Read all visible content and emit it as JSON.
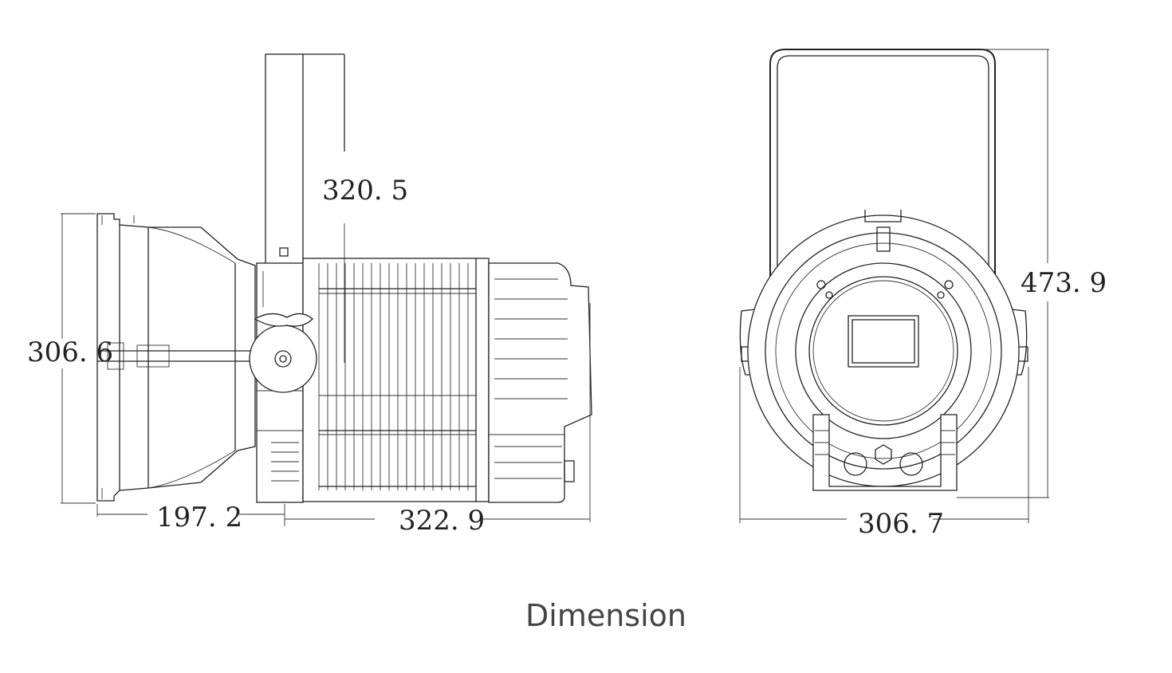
{
  "dimensions": {
    "side_height": "320. 5",
    "front_lens_height": "306. 6",
    "front_section_length": "197. 2",
    "body_length": "322. 9",
    "overall_height": "473. 9",
    "overall_width": "306. 7"
  },
  "caption": "Dimension"
}
